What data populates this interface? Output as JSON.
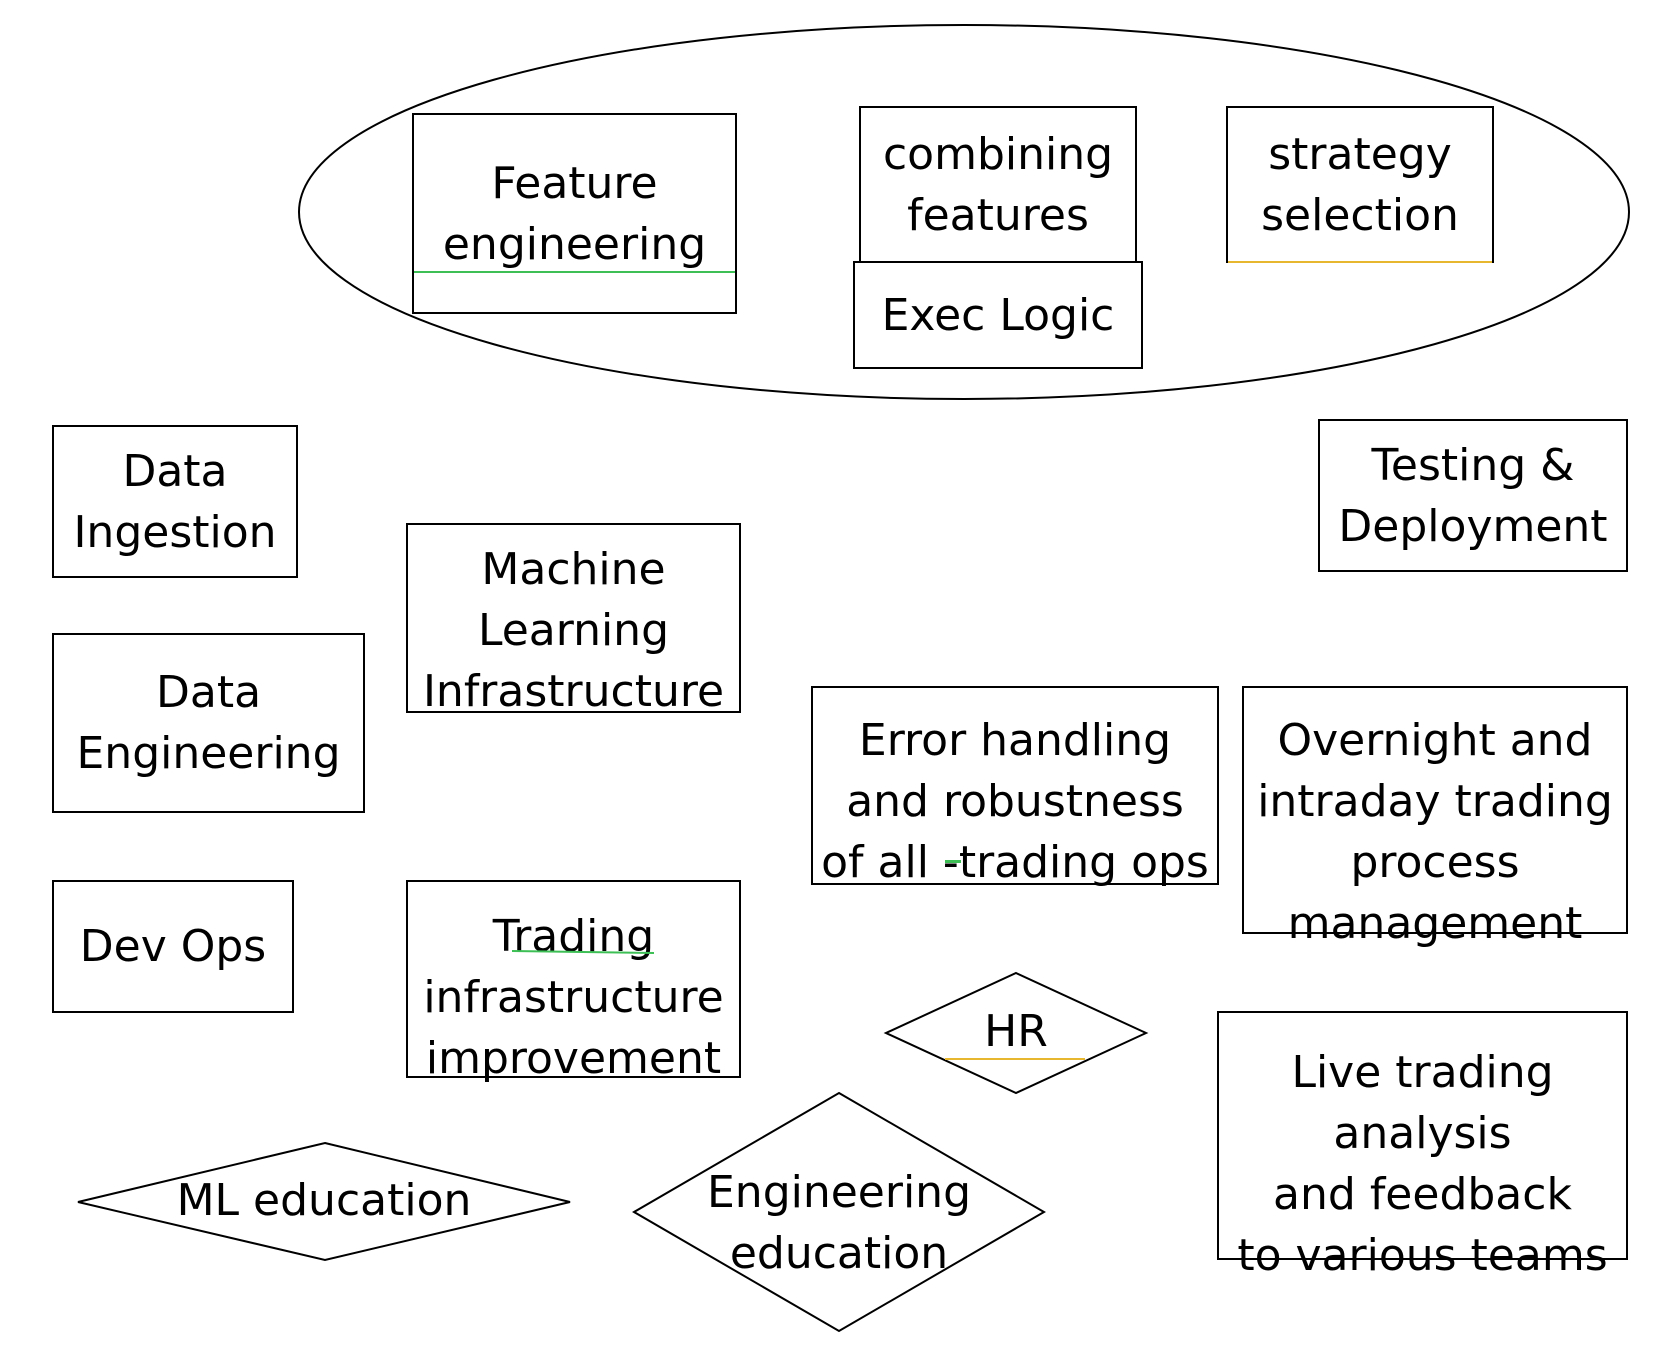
{
  "colors": {
    "stroke": "#000000",
    "green_mark": "#3dbf55",
    "yellow_mark": "#e8b730"
  },
  "ellipse_group": {
    "feature_engineering": "Feature\nengineering",
    "combining_features": "combining\nfeatures",
    "strategy_selection": "strategy\nselection",
    "exec_logic": "Exec Logic"
  },
  "boxes": {
    "data_ingestion": "Data\nIngestion",
    "testing_deployment": "Testing &\nDeployment",
    "ml_infrastructure": "Machine\nLearning\nInfrastructure",
    "data_engineering": "Data\nEngineering",
    "error_handling": "Error handling\nand robustness\nof all -trading ops",
    "overnight_intraday": "Overnight and\nintraday trading\nprocess\nmanagement",
    "dev_ops": "Dev Ops",
    "trading_infra": "Trading\ninfrastructure\nimprovement",
    "live_trading": "Live trading\nanalysis\nand feedback\nto various teams"
  },
  "diamonds": {
    "hr": "HR",
    "ml_education": "ML education",
    "engineering_education": "Engineering\neducation"
  }
}
